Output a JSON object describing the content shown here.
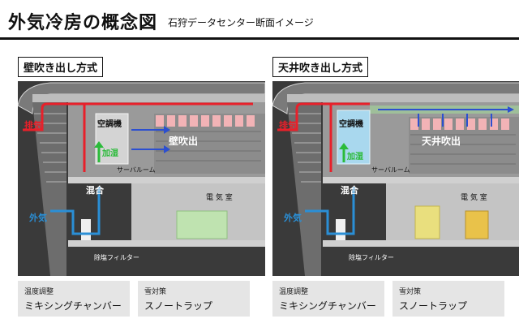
{
  "header": {
    "title": "外気冷房の概念図",
    "subtitle": "石狩データセンター断面イメージ"
  },
  "panels": [
    {
      "caption": "壁吹き出し方式",
      "labels": {
        "exhaust": "排気",
        "outside_air": "外気",
        "ac_unit": "空調機",
        "humidify": "加湿",
        "mixing": "混合",
        "outlet": "壁吹出",
        "server_room": "サーバルーム",
        "electrical_room": "電 気 室",
        "salt_filter": "除塩フィルター"
      },
      "notes": [
        {
          "sub": "温度調整",
          "main": "ミキシングチャンバー"
        },
        {
          "sub": "雪対策",
          "main": "スノートラップ"
        }
      ]
    },
    {
      "caption": "天井吹き出し方式",
      "labels": {
        "exhaust": "排気",
        "outside_air": "外気",
        "ac_unit": "空調機",
        "humidify": "加湿",
        "mixing": "混合",
        "outlet": "天井吹出",
        "server_room": "サーバルーム",
        "electrical_room": "電 気 室",
        "salt_filter": "除塩フィルター"
      },
      "notes": [
        {
          "sub": "温度調整",
          "main": "ミキシングチャンバー"
        },
        {
          "sub": "雪対策",
          "main": "スノートラップ"
        }
      ]
    }
  ],
  "colors": {
    "exhaust": "#e8202a",
    "outside_air": "#2a8fd6",
    "humidify": "#2bbb3a",
    "flow": "#2c4fd0",
    "rack_hot": "#f2b3b6",
    "ac_unit_right": "#a9d8ee",
    "equip_left": "#bfe3b0",
    "equip_right": "#e9df7e"
  }
}
